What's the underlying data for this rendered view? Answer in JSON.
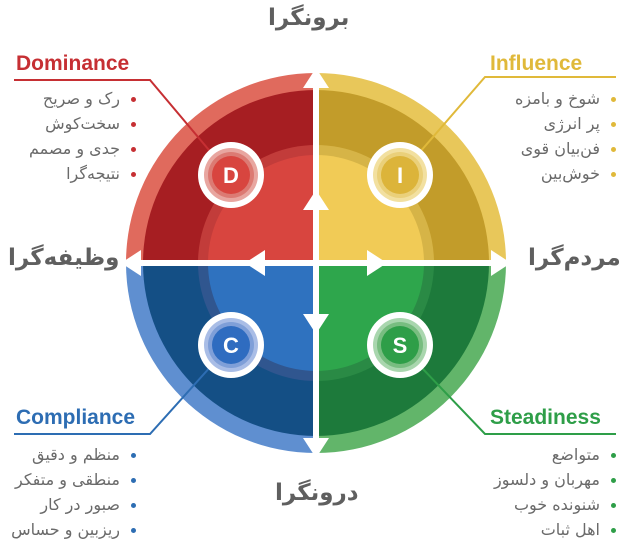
{
  "axes": {
    "top": "برونگرا",
    "bottom": "درونگرا",
    "left": "وظیفه‌گرا",
    "right": "مردم‌گرا"
  },
  "quadrants": {
    "dominance": {
      "letter": "D",
      "title": "Dominance",
      "color": "#c62f33",
      "items": [
        "رک و صریح",
        "سخت‌کوش",
        "جدی و مصمم",
        "نتیجه‌گرا"
      ]
    },
    "influence": {
      "letter": "I",
      "title": "Influence",
      "color": "#e0b93a",
      "items": [
        "شوخ و بامزه",
        "پر انرژی",
        "فن‌بیان قوی",
        "خوش‌بین"
      ]
    },
    "compliance": {
      "letter": "C",
      "title": "Compliance",
      "color": "#2d6db3",
      "items": [
        "منظم و دقیق",
        "منطقی و متفکر",
        "صبور در کار",
        "ریزبین و حساس"
      ]
    },
    "steadiness": {
      "letter": "S",
      "title": "Steadiness",
      "color": "#2e9e48",
      "items": [
        "متواضع",
        "مهربان و دلسوز",
        "شنونده خوب",
        "اهل ثبات"
      ]
    }
  }
}
